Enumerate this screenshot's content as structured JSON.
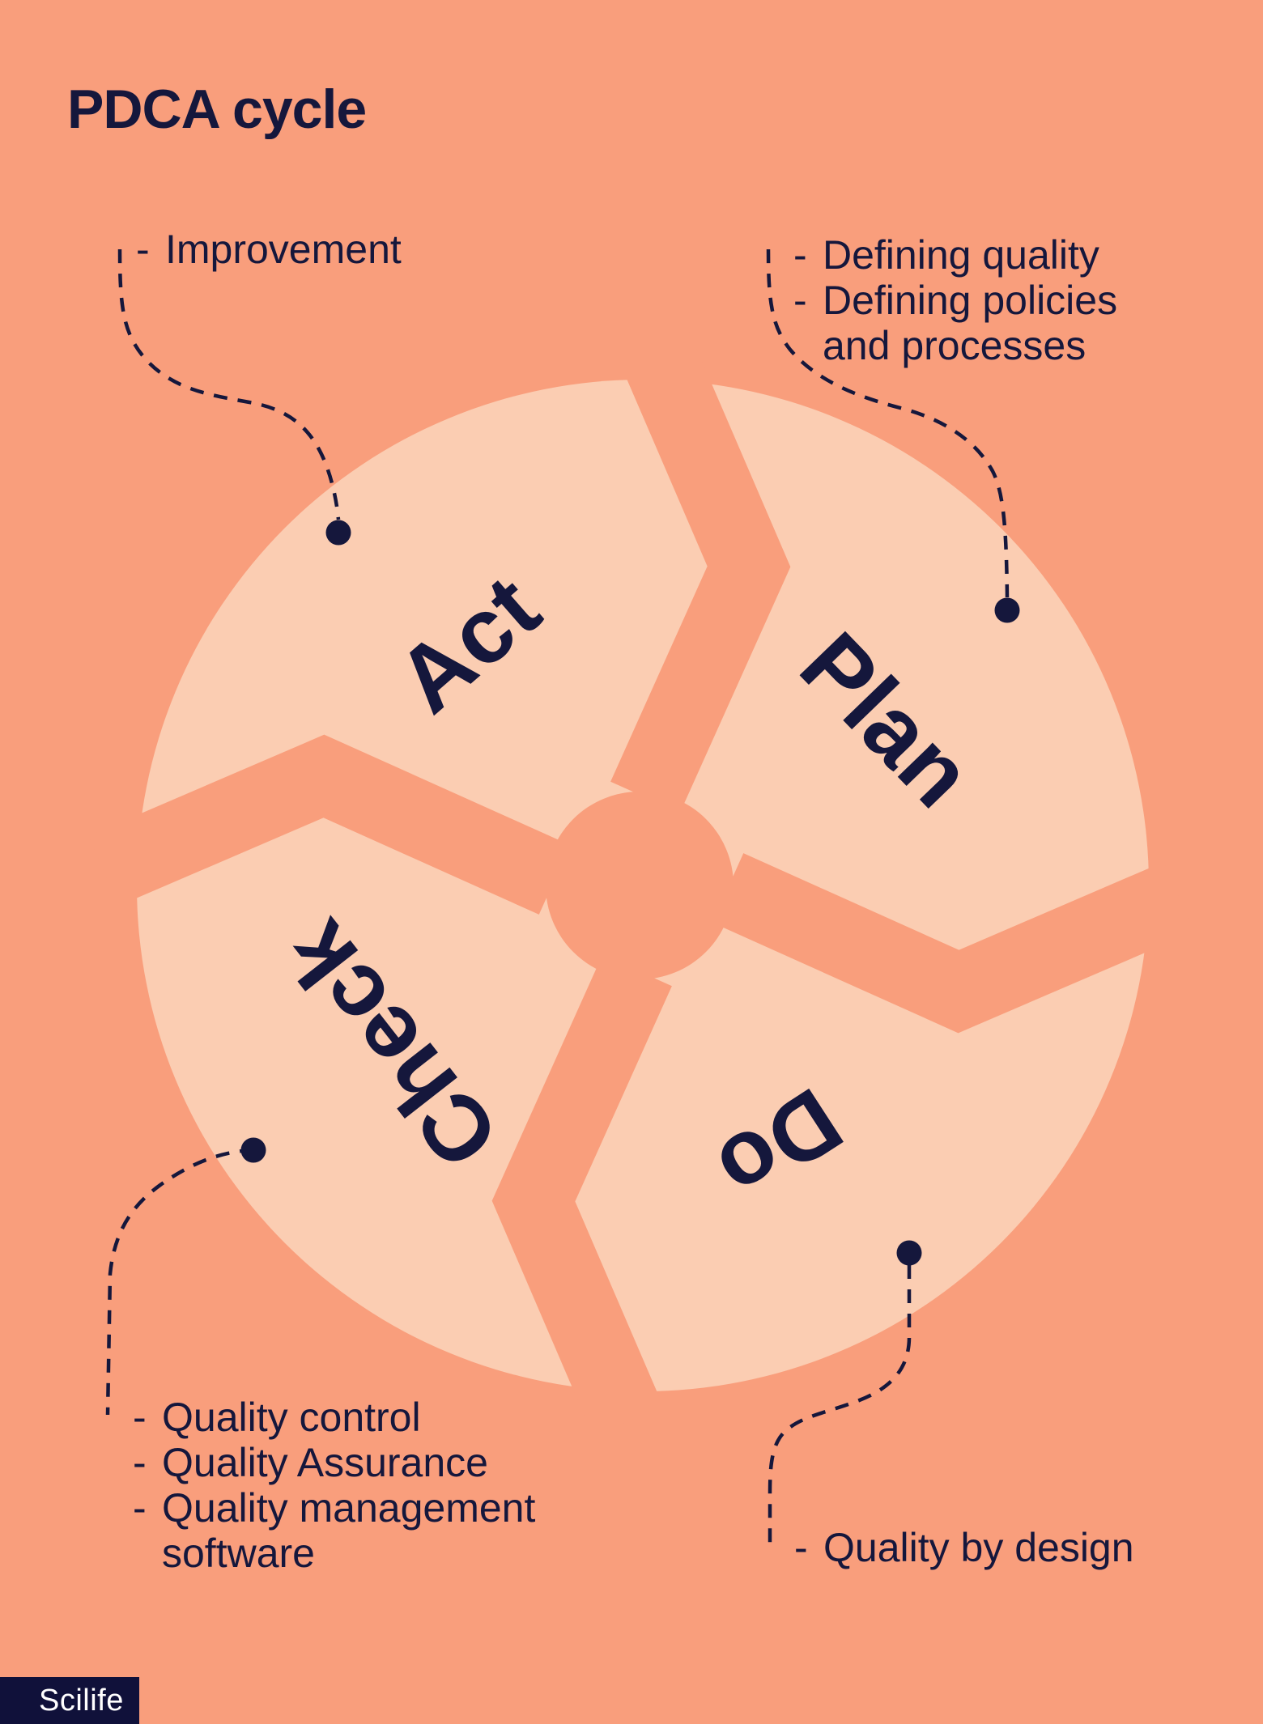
{
  "title": "PDCA cycle",
  "ui": {
    "bullet": "-"
  },
  "colors": {
    "background": "#F99E7C",
    "segment_fill": "#FBCDB2",
    "ink_navy": "#15173C",
    "logo_background": "#10113A",
    "logo_text": "#FFFFFF"
  },
  "cycle": {
    "act": "Act",
    "plan": "Plan",
    "do": "Do",
    "check": "Check"
  },
  "annotations": {
    "act": {
      "items": [
        "Improvement"
      ]
    },
    "plan": {
      "items": [
        "Defining quality",
        "Defining policies and processes"
      ]
    },
    "check": {
      "items": [
        "Quality control",
        "Quality Assurance",
        "Quality management software"
      ]
    },
    "do": {
      "items": [
        "Quality by design"
      ]
    }
  },
  "logo": {
    "brand": "Scilife"
  }
}
